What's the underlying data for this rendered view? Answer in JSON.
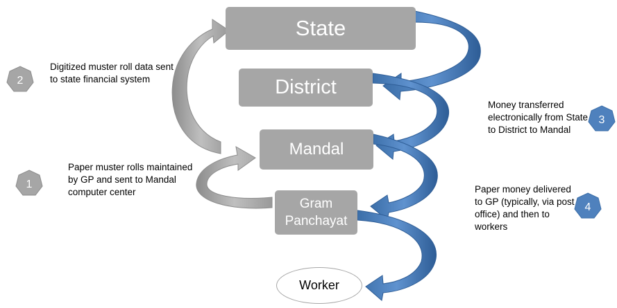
{
  "nodes": {
    "state": "State",
    "district": "District",
    "mandal": "Mandal",
    "gram_panchayat": "Gram\nPanchayat",
    "worker": "Worker"
  },
  "steps": [
    {
      "number": "1",
      "text": "Paper muster rolls maintained by GP and sent to Mandal computer center"
    },
    {
      "number": "2",
      "text": "Digitized muster roll data sent to state financial system"
    },
    {
      "number": "3",
      "text": "Money transferred electronically from State to District to Mandal"
    },
    {
      "number": "4",
      "text": "Paper money delivered to GP (typically, via post office) and then to workers"
    }
  ],
  "colors": {
    "box_fill": "#a6a6a6",
    "gray_arrow": "#a6a6a6",
    "blue_arrow": "#4f81bd",
    "blue_badge": "#4f81bd",
    "gray_badge": "#a6a6a6"
  }
}
